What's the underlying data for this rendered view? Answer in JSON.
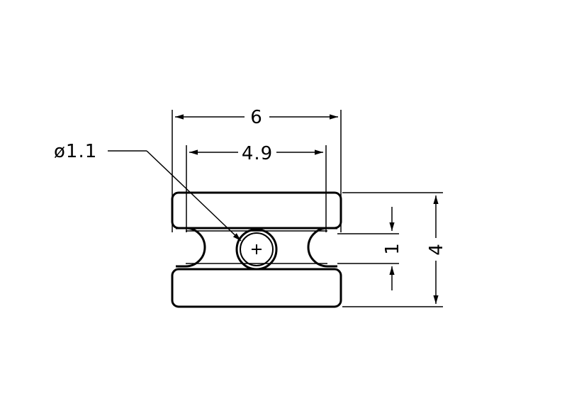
{
  "drawing": {
    "colors": {
      "line": "#000000",
      "background": "#ffffff"
    },
    "dimensions": {
      "overall_width": "6",
      "inner_width": "4.9",
      "hole_diameter": "ø1.1",
      "slot_gap": "1",
      "overall_height": "4"
    }
  }
}
